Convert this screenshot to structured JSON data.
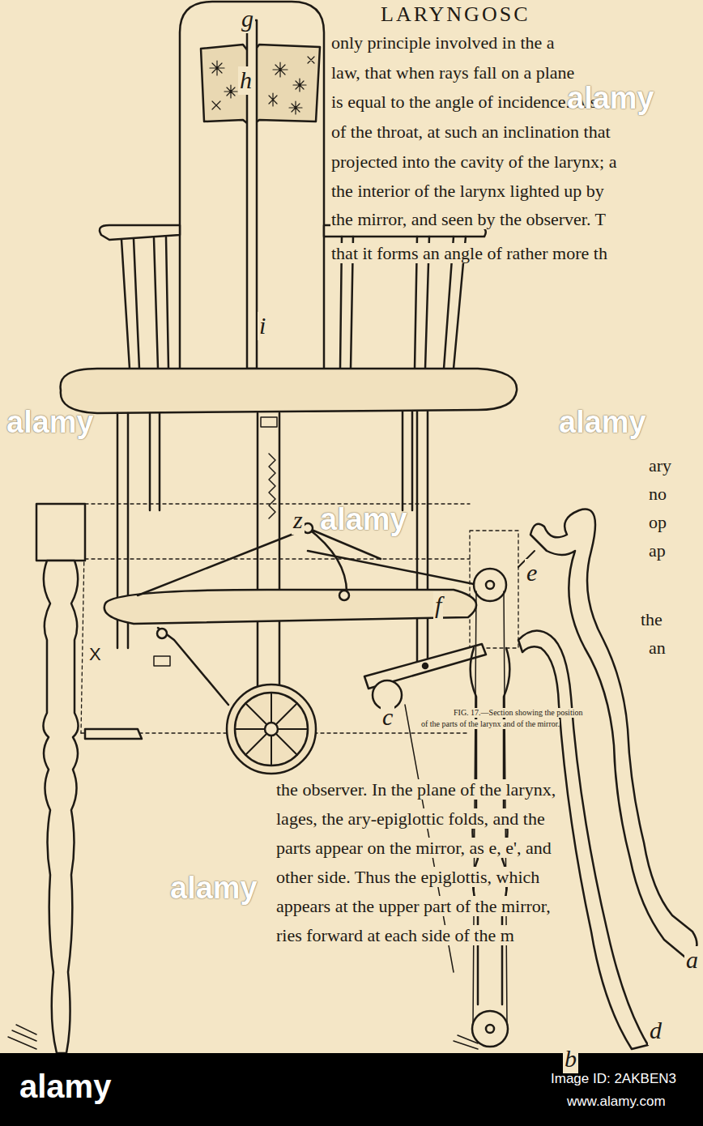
{
  "diagram": {
    "labels": [
      "g",
      "h",
      "i",
      "z",
      "f",
      "X",
      "c",
      "e",
      "a",
      "d",
      "b",
      "LARYNGOSC",
      "only principle involved in the a",
      "law, that when rays fall on a plane",
      "is equal to the angle of incidence. A s",
      "of the throat, at such an inclination that",
      "projected into the cavity of the larynx; a",
      "the interior of the larynx lighted up by",
      "the mirror, and seen by the observer. T",
      "that it forms an angle of rather more th",
      "ary",
      "no",
      "op",
      "ap",
      "the",
      "an",
      "FIG. 17.—Section showing the position",
      "of the parts of the larynx and of the mirror.",
      "the observer. In the plane of the larynx,",
      "lages, the ary-epiglottic folds, and the",
      "parts appear on the mirror, as e, e', and",
      "other side. Thus the epiglottis, which",
      "appears at the upper part of the mirror,",
      "ries forward at each side of the m",
      "alamy",
      "alamy",
      "alamy",
      "alamy",
      "alamy",
      "alamy",
      "Image ID: 2AKBEN3",
      "www.alamy.com"
    ]
  }
}
